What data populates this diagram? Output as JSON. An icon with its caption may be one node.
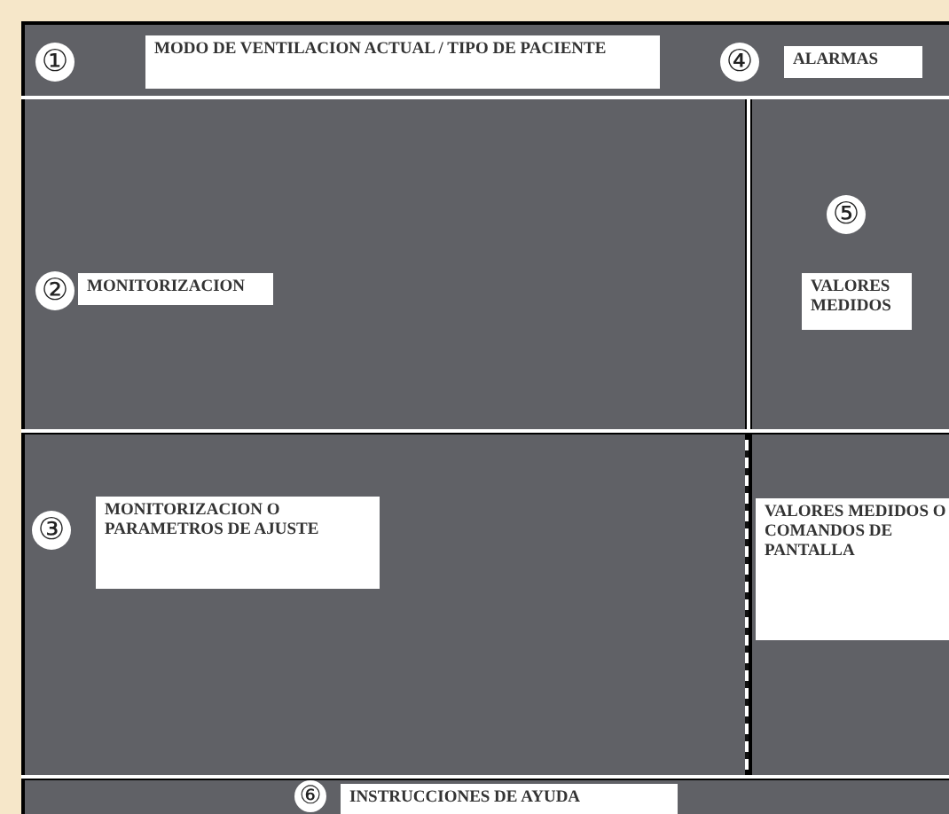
{
  "diagram": {
    "nodes": [
      {
        "text": [
          "①",
          "MODO DE VENTILACION ACTUAL / TIPO DE PACIENTE"
        ]
      },
      {
        "text": [
          "④",
          "ALARMAS"
        ]
      },
      {
        "text": [
          "②",
          "MONITORIZACION"
        ]
      },
      {
        "text": [
          "⑤",
          "VALORES MEDIDOS"
        ]
      },
      {
        "text": [
          "③",
          "MONITORIZACION O PARAMETROS DE AJUSTE"
        ]
      },
      {
        "text": [
          "VALORES MEDIDOS O COMANDOS DE PANTALLA"
        ]
      },
      {
        "text": [
          "⑥",
          "INSTRUCCIONES DE AYUDA"
        ]
      }
    ]
  }
}
